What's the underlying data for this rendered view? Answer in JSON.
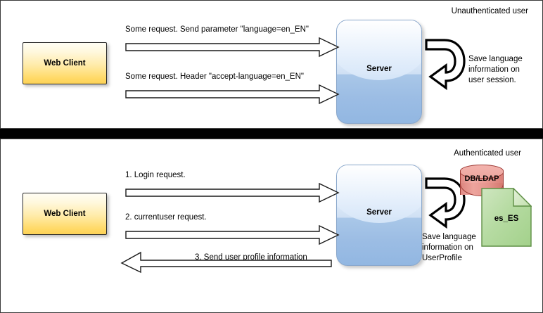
{
  "diagram": {
    "title_top": "Unauthenticated user",
    "title_bottom": "Authenticated user"
  },
  "panels": [
    {
      "id": "unauthenticated",
      "caption": "Unauthenticated user",
      "client_label": "Web Client",
      "server_label": "Server",
      "messages": [
        {
          "label": "Some request. Send parameter \"language=en_EN\"",
          "direction": "right"
        },
        {
          "label": "Some request. Header \"accept-language=en_EN\"",
          "direction": "right"
        }
      ],
      "note": {
        "lines": [
          "Save language",
          "information on",
          "user session."
        ]
      }
    },
    {
      "id": "authenticated",
      "caption": "Authenticated user",
      "client_label": "Web Client",
      "server_label": "Server",
      "messages": [
        {
          "label": "1. Login request.",
          "direction": "right"
        },
        {
          "label": "2. currentuser request.",
          "direction": "right"
        },
        {
          "label": "3. Send user profile information",
          "direction": "left"
        }
      ],
      "note": {
        "lines": [
          "Save language",
          "information on",
          "UserProfile"
        ]
      },
      "datastore_label": "DB/LDAP",
      "document_label": "es_ES"
    }
  ],
  "colors": {
    "client_fill": "#ffd964",
    "server_fill": "#9cbde4",
    "datastore_fill": "#eb9c95",
    "document_fill": "#a9d18e",
    "band": "#000000",
    "outline": "#1a1a1a"
  },
  "icons": {
    "uturn": "uturn-arrow-icon",
    "block_arrow_right": "block-arrow-right-icon",
    "block_arrow_left": "block-arrow-left-icon",
    "cylinder": "database-cylinder-icon",
    "document": "document-page-icon"
  }
}
